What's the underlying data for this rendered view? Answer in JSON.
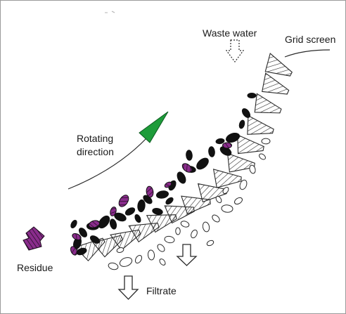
{
  "labels": {
    "waste_water": "Waste water",
    "grid_screen": "Grid screen",
    "rotating_line1": "Rotating",
    "rotating_line2": "direction",
    "residue": "Residue",
    "filtrate": "Filtrate"
  },
  "colors": {
    "outline": "#2a2a2a",
    "solids": "#111111",
    "residue_accent": "#8a2c8c",
    "rotation_arrow": "#1e9c3a"
  }
}
